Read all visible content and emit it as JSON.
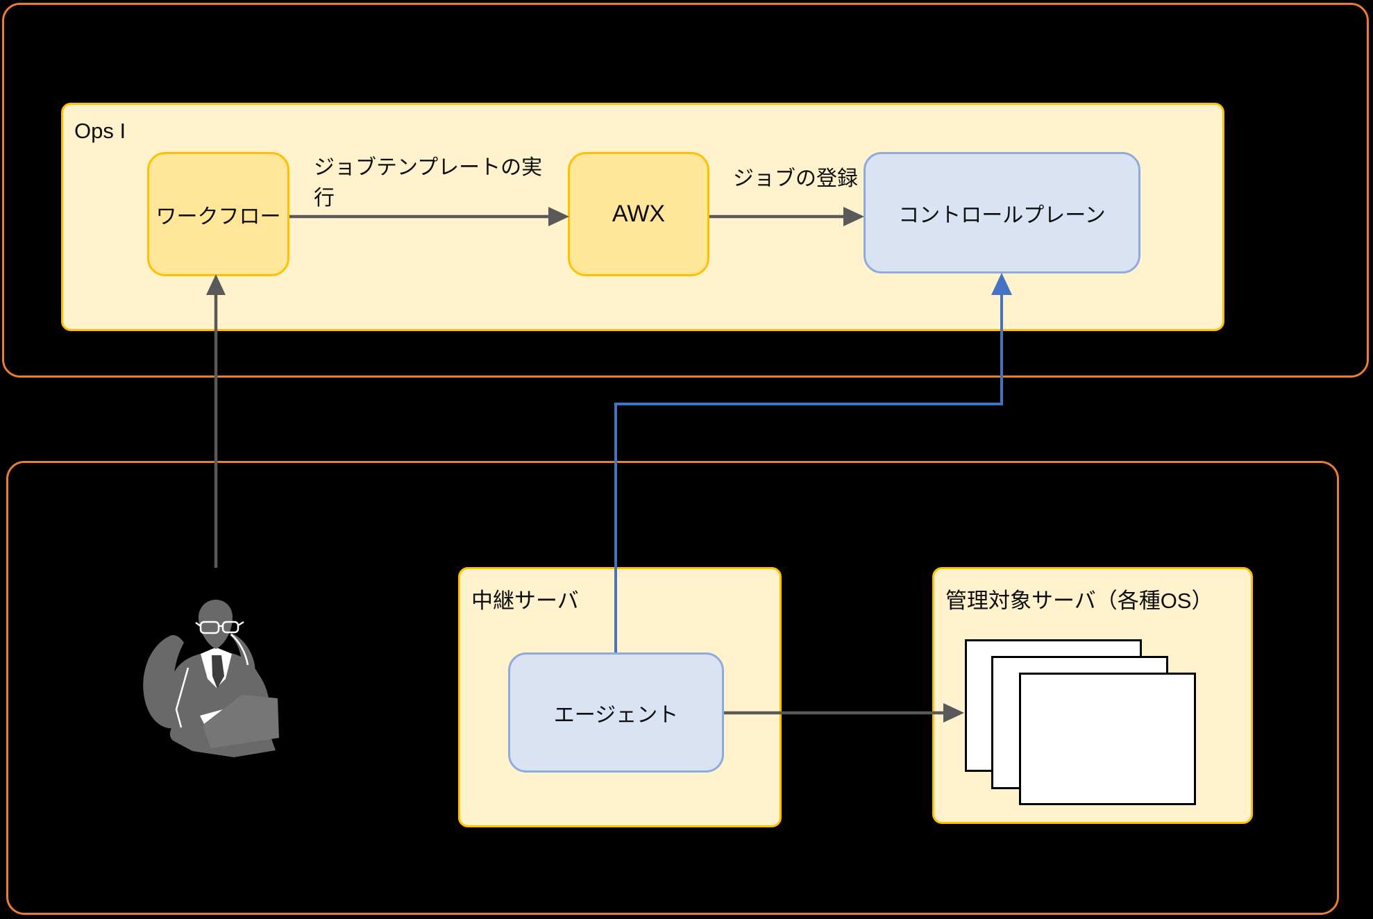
{
  "colors": {
    "background": "#000000",
    "frame_orange": "#ED7D31",
    "group_fill": "#FFF2CC",
    "group_border": "#FFC000",
    "node_yellow_fill": "#FFE699",
    "node_blue_fill": "#DAE3F3",
    "node_blue_border": "#8FAADC",
    "connector_gray": "#595959",
    "connector_blue": "#4472C4",
    "person_gray": "#696969",
    "server_sheet_fill": "#FFFFFF",
    "server_sheet_border": "#000000",
    "text": "#0d0d0d"
  },
  "groups": {
    "ops": {
      "label": "Ops I"
    },
    "relay_server": {
      "label": "中継サーバ"
    },
    "managed_servers": {
      "label": "管理対象サーバ（各種OS）"
    }
  },
  "nodes": {
    "workflow": {
      "label": "ワークフロー"
    },
    "awx": {
      "label": "AWX"
    },
    "control_plane": {
      "label": "コントロールプレーン"
    },
    "agent": {
      "label": "エージェント"
    }
  },
  "edge_labels": {
    "workflow_to_awx": "ジョブテンプレートの実行",
    "awx_to_control_plane": "ジョブの登録"
  }
}
